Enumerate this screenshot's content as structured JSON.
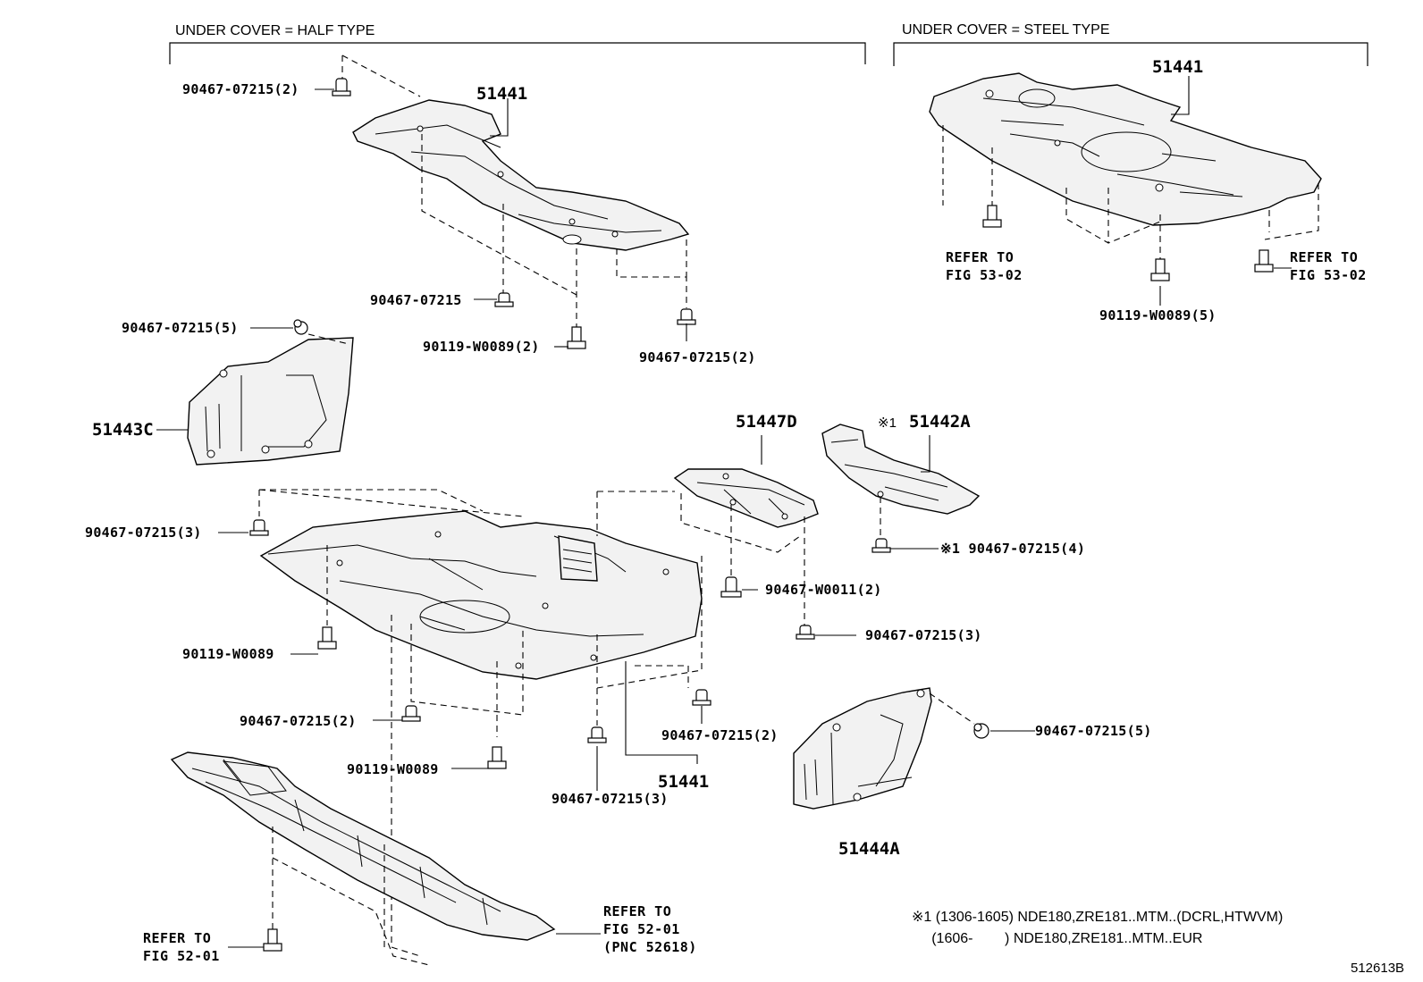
{
  "sections": {
    "half_type": "UNDER COVER = HALF TYPE",
    "steel_type": "UNDER COVER = STEEL TYPE"
  },
  "part_numbers": {
    "p51441_top": "51441",
    "p51441_steel": "51441",
    "p51443c": "51443C",
    "p51447d": "51447D",
    "p51442a": "51442A",
    "p51442a_mark": "※1",
    "p51441_main": "51441",
    "p51444a": "51444A"
  },
  "fasteners": {
    "f1": "90467-07215(2)",
    "f2": "90467-07215",
    "f3": "90119-W0089(2)",
    "f4": "90467-07215(2)",
    "f5": "90467-07215(5)",
    "f6": "90119-W0089(5)",
    "f7": "90467-07215(3)",
    "f8": "90467-W0011(2)",
    "f9": "※1 90467-07215(4)",
    "f10": "90467-07215(3)",
    "f11": "90119-W0089",
    "f12": "90467-07215(2)",
    "f13": "90467-07215(2)",
    "f14": "90119-W0089",
    "f15": "90467-07215(3)",
    "f16": "90467-07215(5)"
  },
  "references": {
    "r1": "REFER TO\nFIG 53-02",
    "r2": "REFER TO\nFIG 53-02",
    "r3": "REFER TO\nFIG 52-01",
    "r4": "REFER TO\nFIG 52-01\n(PNC 52618)"
  },
  "notes": {
    "line1": "※1 (1306-1605) NDE180,ZRE181..MTM..(DCRL,HTWVM)",
    "line2": "     (1606-        ) NDE180,ZRE181..MTM..EUR"
  },
  "figure_code": "512613B"
}
